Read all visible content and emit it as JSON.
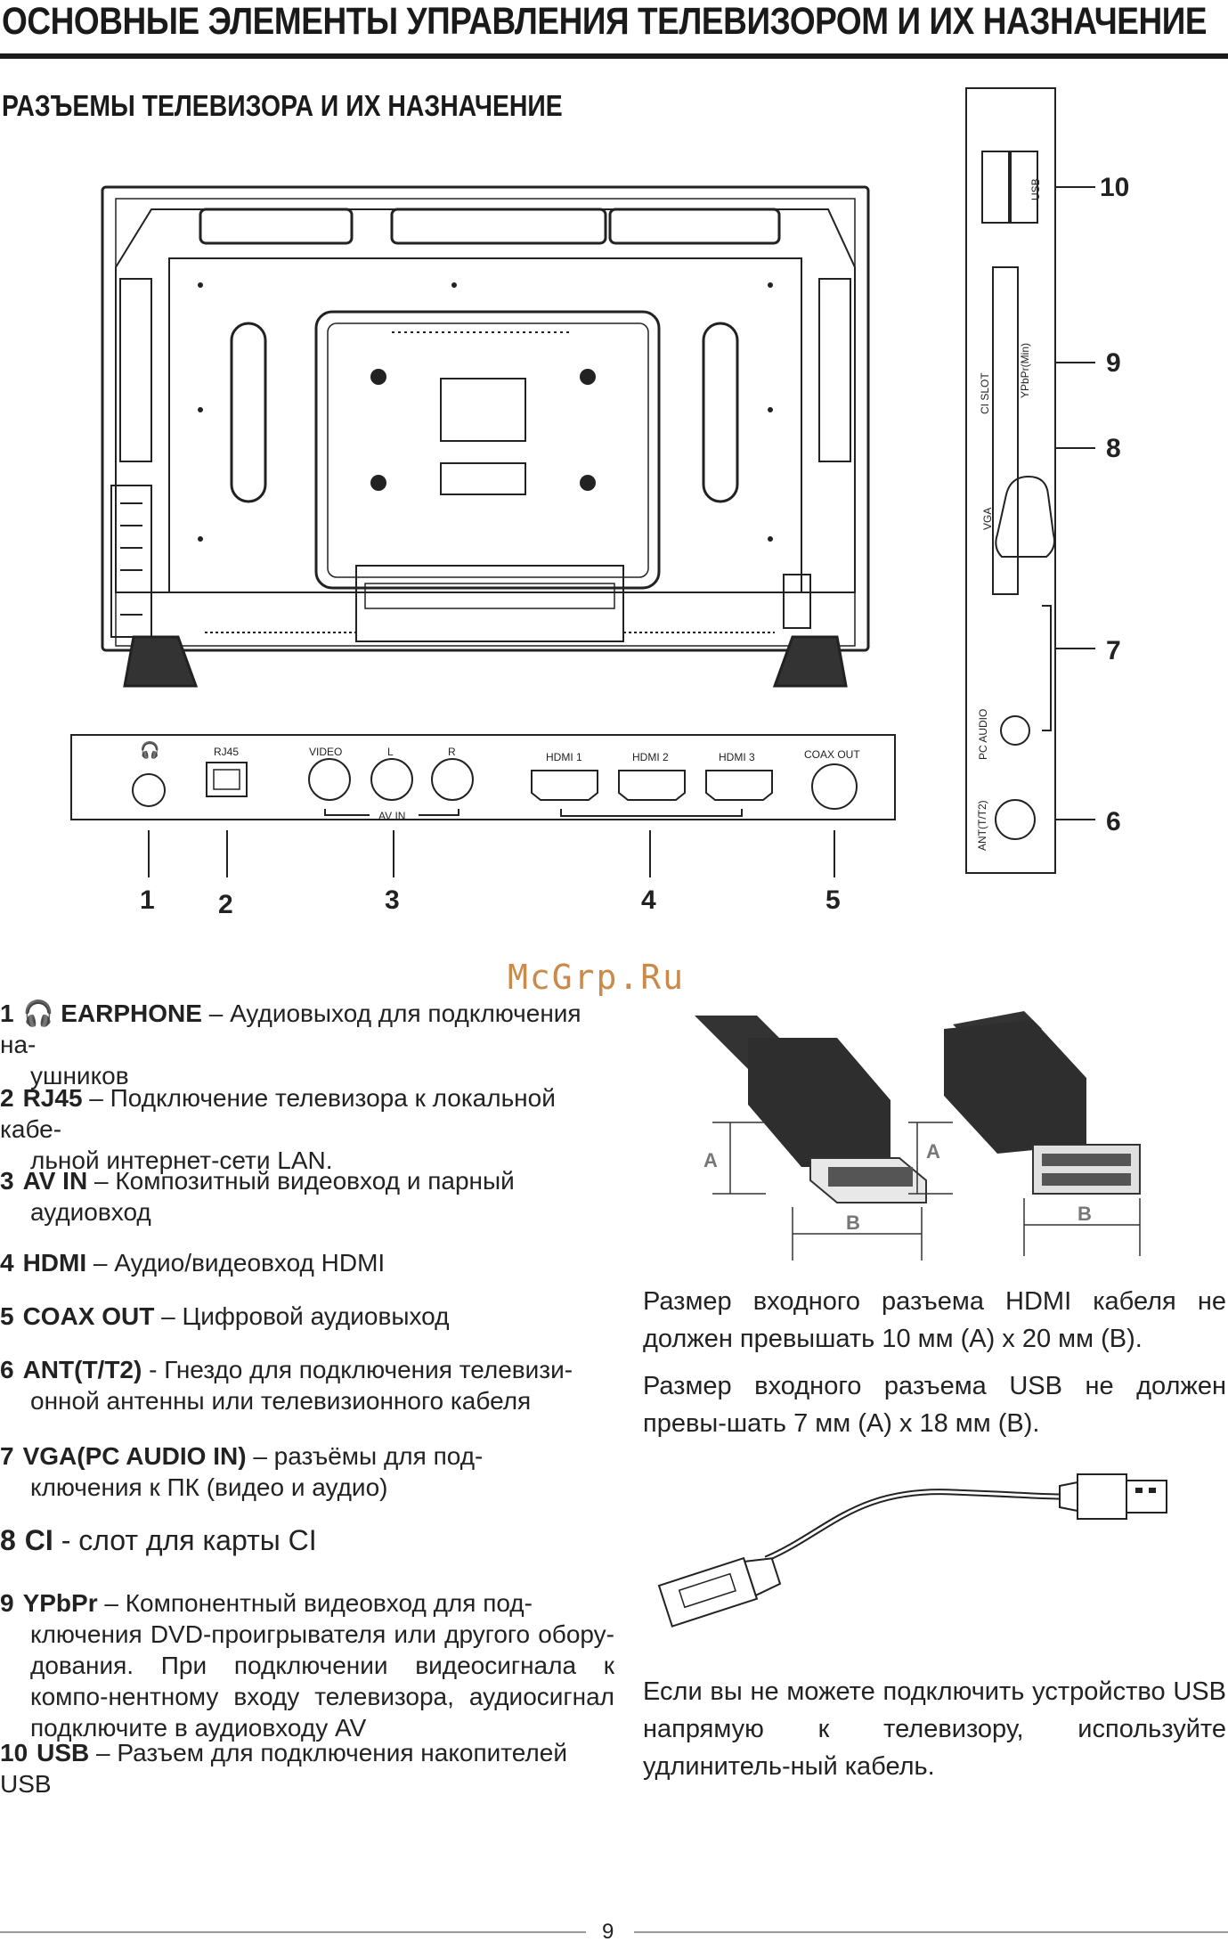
{
  "page": {
    "title": "ОСНОВНЫЕ ЭЛЕМЕНТЫ УПРАВЛЕНИЯ ТЕЛЕВИЗОРОМ И ИХ НАЗНАЧЕНИЕ",
    "section_title": "РАЗЪЕМЫ ТЕЛЕВИЗОРА И ИХ НАЗНАЧЕНИЕ",
    "page_number": "9",
    "watermark": "McGrp.Ru"
  },
  "bottom_panel": {
    "earphone_icon": "headphone-icon",
    "labels": {
      "rj45": "RJ45",
      "video": "VIDEO",
      "l": "L",
      "r": "R",
      "av_in": "AV IN",
      "hdmi1": "HDMI 1",
      "hdmi2": "HDMI 2",
      "hdmi3": "HDMI 3",
      "coax": "COAX OUT"
    },
    "callouts": [
      "1",
      "2",
      "3",
      "4",
      "5"
    ]
  },
  "side_panel": {
    "labels": {
      "usb": "USB",
      "ypbpr": "YPbPr(Min)",
      "ci": "CI SLOT",
      "vga": "VGA",
      "pc_audio": "PC AUDIO",
      "ant": "ANT(T/T2)"
    },
    "callouts": [
      "10",
      "9",
      "8",
      "7",
      "6"
    ]
  },
  "connector_diagram": {
    "a_label": "A",
    "b_label": "B"
  },
  "items": [
    {
      "num": "1",
      "key": "EARPHONE",
      "text": " – Аудиовыход для подключения на-",
      "cont": "ушников"
    },
    {
      "num": "2",
      "key": "RJ45",
      "text": " – Подключение телевизора к локальной кабе-",
      "cont": "льной интернет-сети LAN."
    },
    {
      "num": "3",
      "key": "AV IN",
      "text": " – Композитный видеовход и парный",
      "cont": "аудиовход"
    },
    {
      "num": "4",
      "key": "HDMI",
      "text": " –  Аудио/видеовход HDMI",
      "cont": ""
    },
    {
      "num": "5",
      "key": "COAX OUT",
      "text": " – Цифровой аудиовыход",
      "cont": ""
    },
    {
      "num": "6",
      "key": "ANT(T/T2)",
      "text": " - Гнездо для подключения телевизи-",
      "cont": "онной антенны или телевизионного кабеля"
    },
    {
      "num": "7",
      "key": "VGA(PC AUDIO IN)",
      "text": " – разъёмы для под-",
      "cont": "ключения к ПК (видео и аудио)"
    },
    {
      "num": "8",
      "key": "CI",
      "text": " - слот для карты CI",
      "cont": ""
    },
    {
      "num": "9",
      "key": "YPbPr",
      "text": "  –  Компонентный видеовход для под-",
      "cont": "ключения DVD-проигрывателя или другого обору-дования. При подключении видеосигнала к компо-нентному входу телевизора, аудиосигнал подключите в аудиовходу  AV"
    },
    {
      "num": "10",
      "key": "USB",
      "text": " – Разъем для подключения накопителей USB",
      "cont": ""
    }
  ],
  "paragraphs": {
    "hdmi_size": "Размер входного разъема HDMI кабеля не должен превышать 10 мм (A) x 20 мм (B).",
    "usb_size": "Размер входного разъема USB не должен превы-шать 7 мм (A) x 18 мм (B).",
    "extension": "Если вы не можете подключить устройство USB напрямую к телевизору, используйте удлинитель-ный кабель."
  }
}
